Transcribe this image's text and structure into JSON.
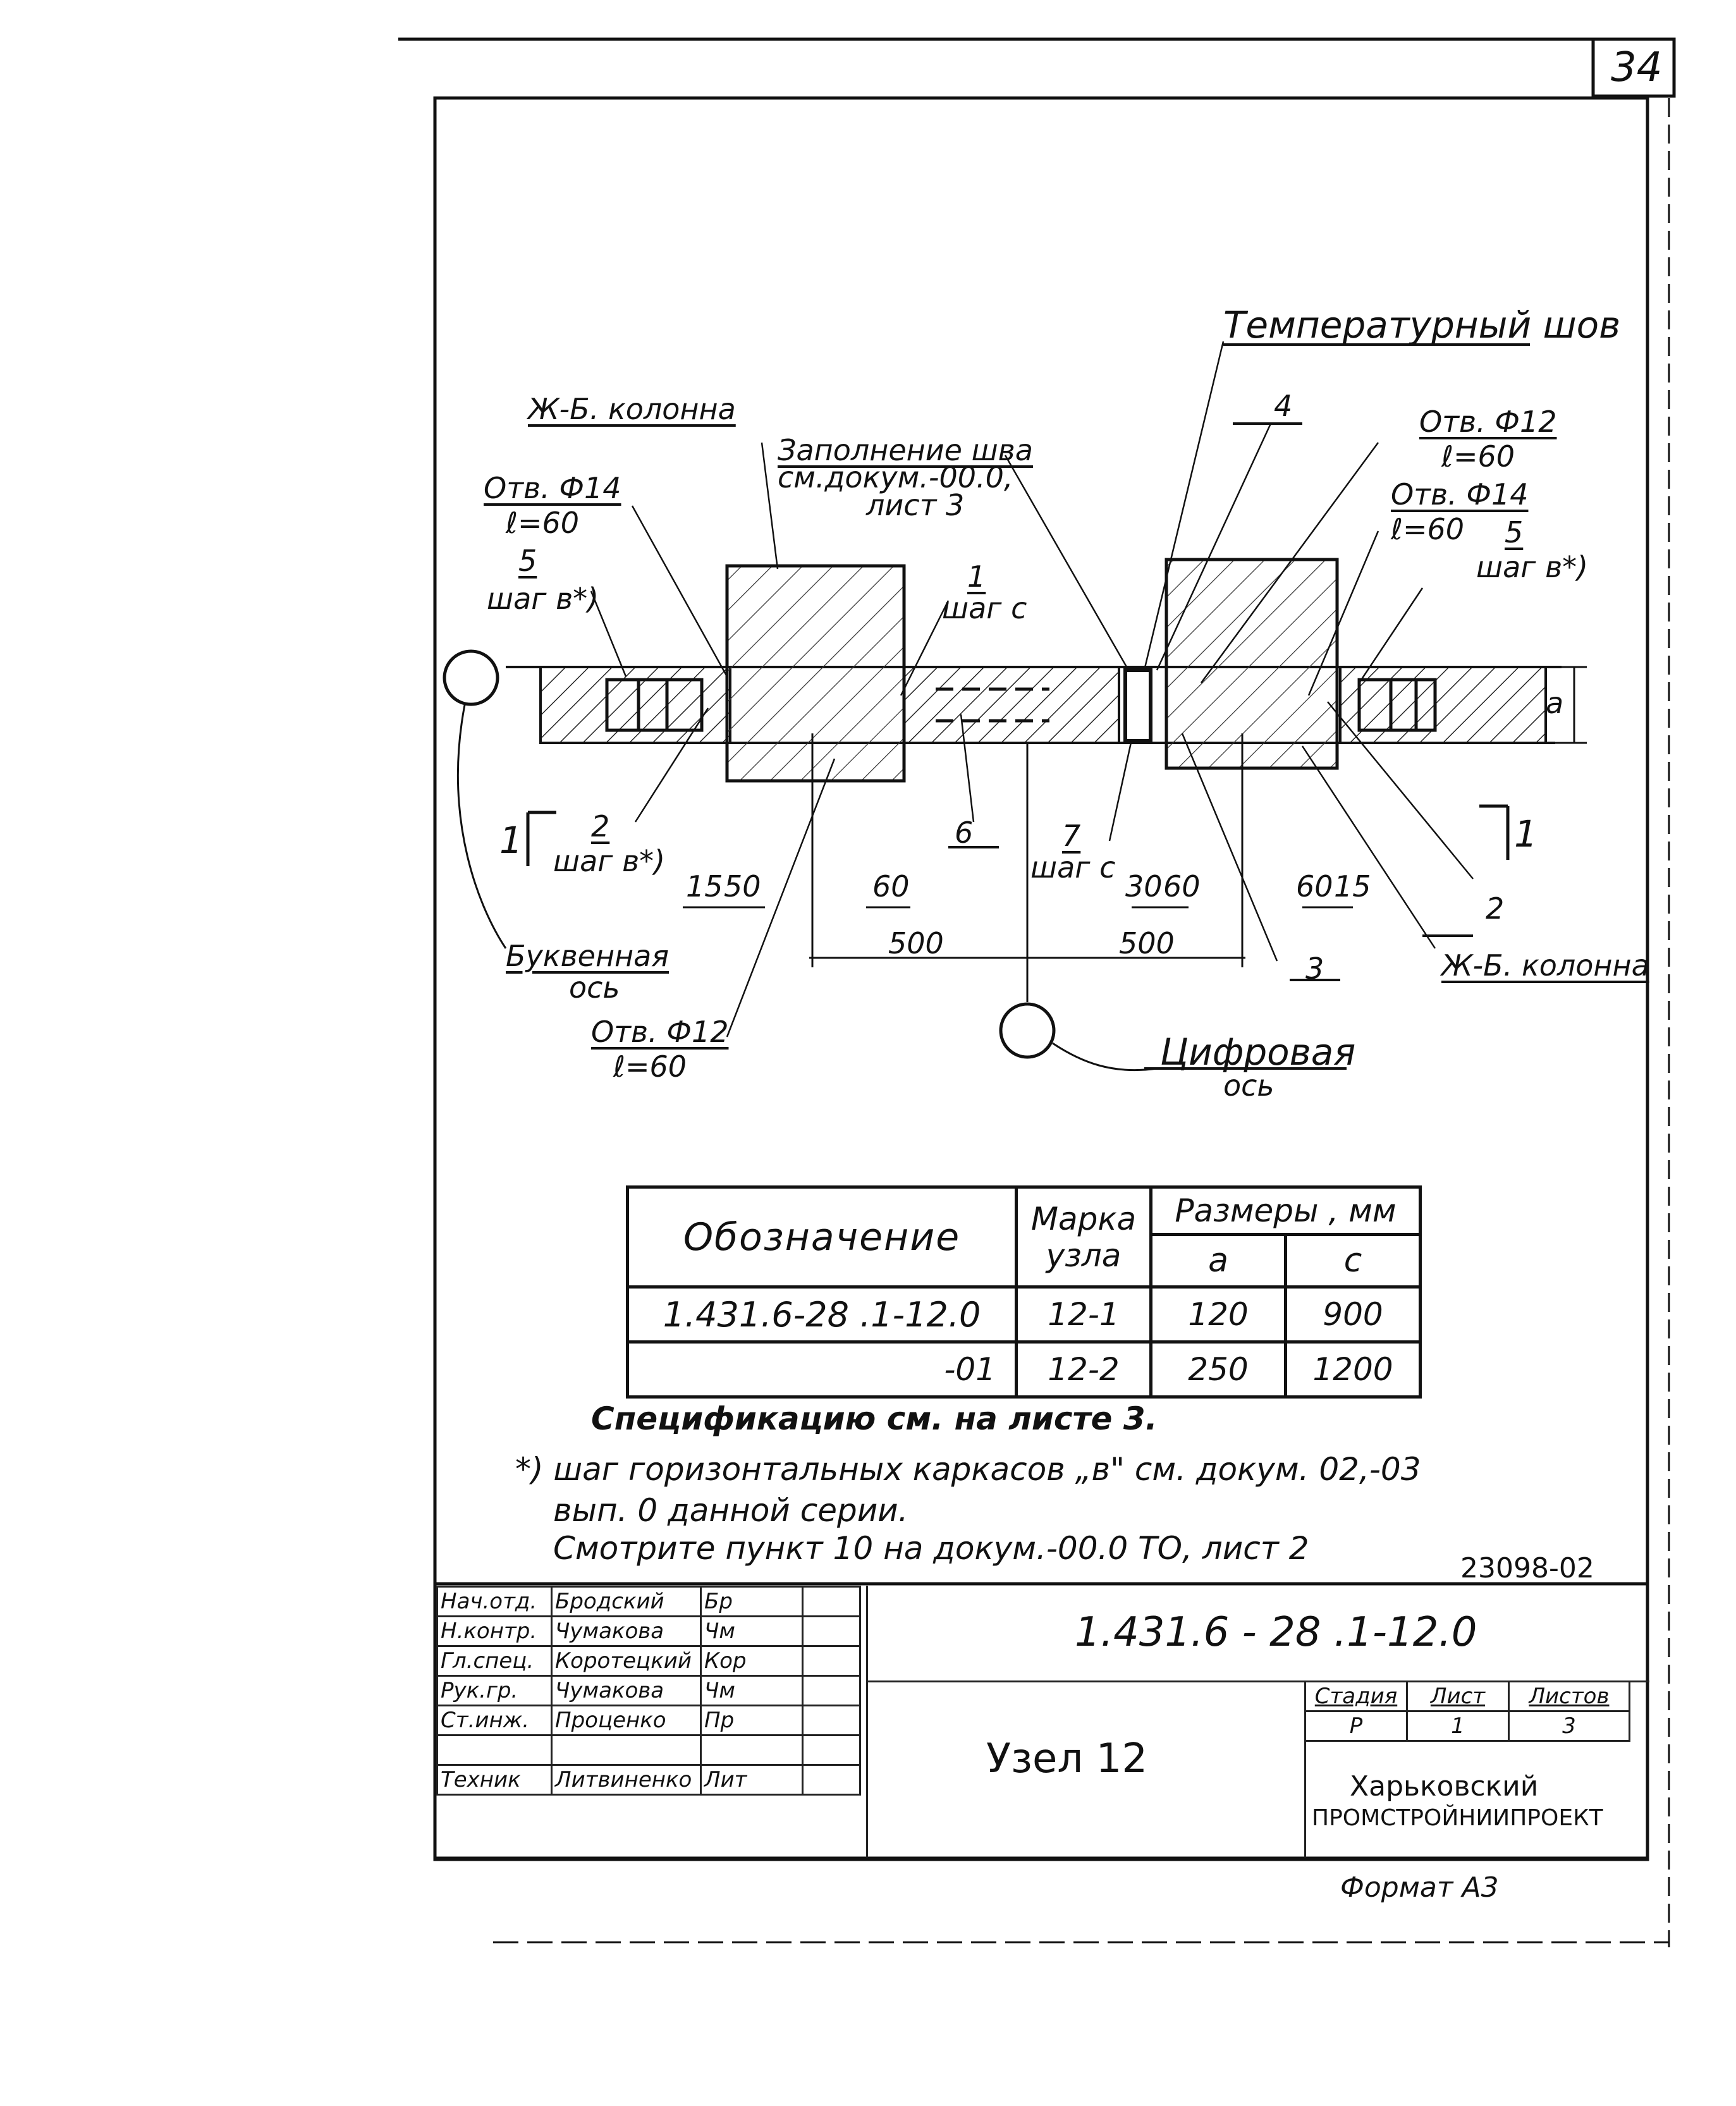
{
  "sheet_number": "34",
  "labels": {
    "temp_joint": "Температурный шов",
    "column_left": "Ж-Б. колонна",
    "column_right": "Ж-Б. колонна",
    "fill_line1": "Заполнение шва",
    "fill_line2": "см.докум.-00.0,",
    "fill_line3": "лист 3",
    "hole_left_top_a": "Отв. Ф14",
    "hole_left_top_b": "ℓ=60",
    "hole_left_bot_a": "Отв. Ф12",
    "hole_left_bot_b": "ℓ=60",
    "hole_right_a1": "Отв. Ф12",
    "hole_right_a2": "ℓ=60",
    "hole_right_b1": "Отв. Ф14",
    "hole_right_b2": "ℓ=60",
    "pos5_left": "5",
    "pos5_left_sub": "шаг в*)",
    "pos5_right": "5",
    "pos5_right_sub": "шаг в*)",
    "pos1": "1",
    "pos1_sub": "шаг с",
    "pos2_left": "2",
    "pos2_left_sub": "шаг в*)",
    "pos2_right": "2",
    "pos3": "3",
    "pos4": "4",
    "pos6": "6",
    "pos7": "7",
    "pos7_sub": "шаг с",
    "section_left": "1",
    "section_right": "1",
    "dim_a": "a",
    "letter_axis_1": "Буквенная",
    "letter_axis_2": "ось",
    "digit_axis_1": "Цифровая",
    "digit_axis_2": "ось"
  },
  "dims": {
    "d15_left": "15",
    "d50": "50",
    "d60_left": "60",
    "d500_left": "500",
    "d500_right": "500",
    "d30": "30",
    "d60_mid": "60",
    "d60_right": "60",
    "d15_right": "15"
  },
  "spec_table": {
    "header_designation": "Обозначение",
    "header_mark_1": "Марка",
    "header_mark_2": "узла",
    "header_sizes": "Размеры , мм",
    "header_a": "a",
    "header_c": "c",
    "rows": [
      {
        "designation": "1.431.6-28 .1-12.0",
        "mark": "12-1",
        "a": "120",
        "c": "900"
      },
      {
        "designation": "-01",
        "mark": "12-2",
        "a": "250",
        "c": "1200"
      }
    ]
  },
  "notes": {
    "spec_ref": "Спецификацию см. на листе 3.",
    "footnote_1": "*) шаг горизонтальных каркасов „в\" см. докум. 02,-03",
    "footnote_2": "вып. 0 данной серии.",
    "footnote_3": "Смотрите пункт 10 на докум.-00.0 ТО, лист 2",
    "archive_no": "23098-02"
  },
  "title_block": {
    "doc_code": "1.431.6 - 28 .1-12.0",
    "title": "Узел 12",
    "stage_label": "Стадия",
    "sheet_label": "Лист",
    "sheets_label": "Листов",
    "stage": "Р",
    "sheet": "1",
    "sheets": "3",
    "org_1": "Харьковский",
    "org_2": "промстройниипроект",
    "format": "Формат А3",
    "roles": [
      {
        "role": "Нач.отд.",
        "name": "Бродский",
        "sign": "Бр"
      },
      {
        "role": "Н.контр.",
        "name": "Чумакова",
        "sign": "Чм"
      },
      {
        "role": "Гл.спец.",
        "name": "Коротецкий",
        "sign": "Кор"
      },
      {
        "role": "Рук.гр.",
        "name": "Чумакова",
        "sign": "Чм"
      },
      {
        "role": "Ст.инж.",
        "name": "Проценко",
        "sign": "Пр"
      },
      {
        "role": "",
        "name": "",
        "sign": ""
      },
      {
        "role": "Техник",
        "name": "Литвиненко",
        "sign": "Лит"
      }
    ]
  }
}
